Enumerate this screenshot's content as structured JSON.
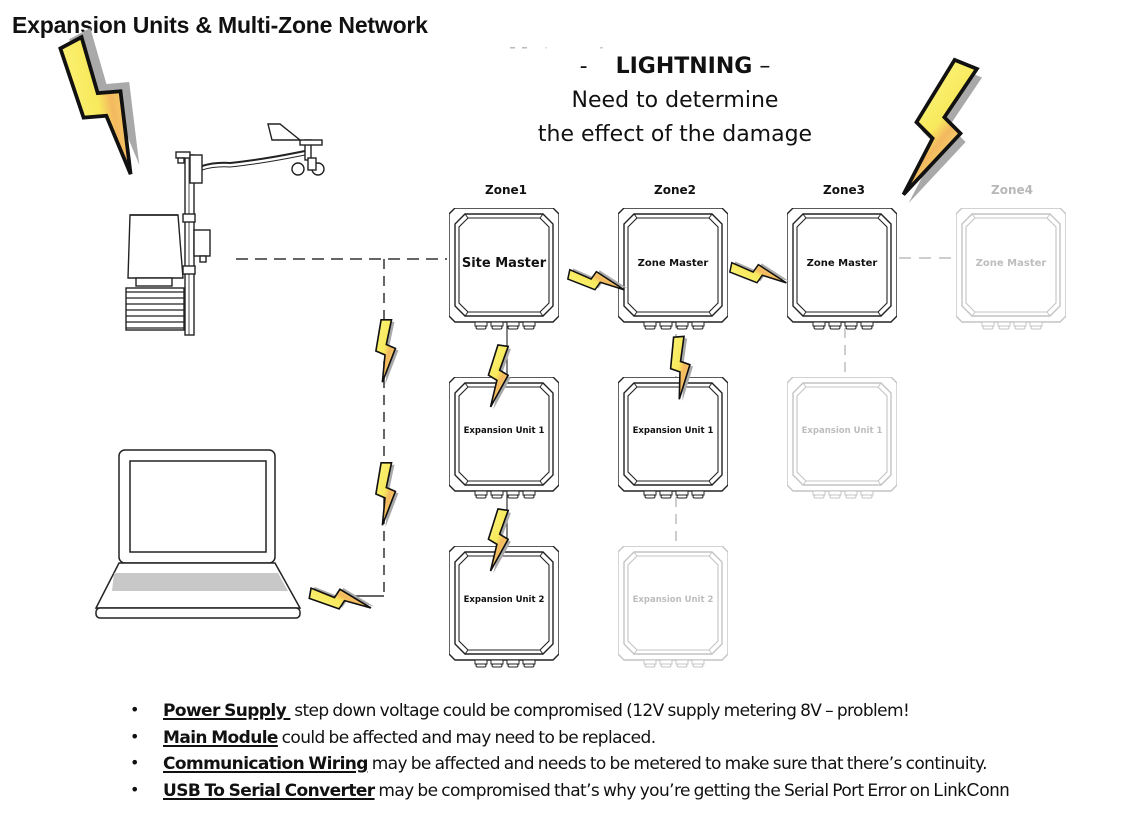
{
  "title": "Expansion Units & Multi-Zone Network",
  "headline": {
    "line1_prefix": "-",
    "line1_bold": "LIGHTNING",
    "line1_suffix": "–",
    "line2": "Need to determine",
    "line3": "the effect of the damage"
  },
  "colors": {
    "lightning_fill": "#f9ef6a",
    "lightning_highlight": "#f4b45e",
    "lightning_outline": "#111111",
    "lightning_shadow": "#a9a9a9",
    "active_stroke": "#222222",
    "ghost_stroke": "#c4c4c4",
    "ghost_text": "#b8b8b8",
    "dash_line": "#333333",
    "ghost_dash_line": "#bdbdbd",
    "laptop_keyboard": "#c8c8c8"
  },
  "zones": [
    {
      "label": "Zone1",
      "state": "active"
    },
    {
      "label": "Zone2",
      "state": "active"
    },
    {
      "label": "Zone3",
      "state": "active"
    },
    {
      "label": "Zone4",
      "state": "inactive"
    }
  ],
  "units": {
    "zone1": [
      {
        "label": "Site Master",
        "state": "active"
      },
      {
        "label": "Expansion Unit 1",
        "state": "active"
      },
      {
        "label": "Expansion Unit 2",
        "state": "active"
      }
    ],
    "zone2": [
      {
        "label": "Zone Master",
        "state": "active"
      },
      {
        "label": "Expansion Unit 1",
        "state": "active"
      },
      {
        "label": "Expansion Unit 2",
        "state": "inactive"
      }
    ],
    "zone3": [
      {
        "label": "Zone Master",
        "state": "active"
      },
      {
        "label": "Expansion Unit 1",
        "state": "inactive"
      }
    ],
    "zone4": [
      {
        "label": "Zone Master",
        "state": "inactive"
      }
    ]
  },
  "devices": [
    {
      "name": "weather-station",
      "icon": "weather-station-icon"
    },
    {
      "name": "laptop",
      "icon": "laptop-icon"
    }
  ],
  "notes": [
    {
      "term": "Power Supply ",
      "text": " step down voltage could be compromised (12V supply metering 8V – problem!",
      "tail": ""
    },
    {
      "term": "Main Module",
      "text": " could be affected and may need to be replaced.",
      "tail": ""
    },
    {
      "term": "Communication Wiring",
      "text": " may be affected and needs to be metered to make sure that there’s continuity.",
      "tail": ""
    },
    {
      "term": "USB To Serial Converter",
      "text": " may be compromised that’s why you’re getting the Serial Port Error on ",
      "tail": "LinkConn"
    }
  ],
  "bullet_glyph": "•"
}
